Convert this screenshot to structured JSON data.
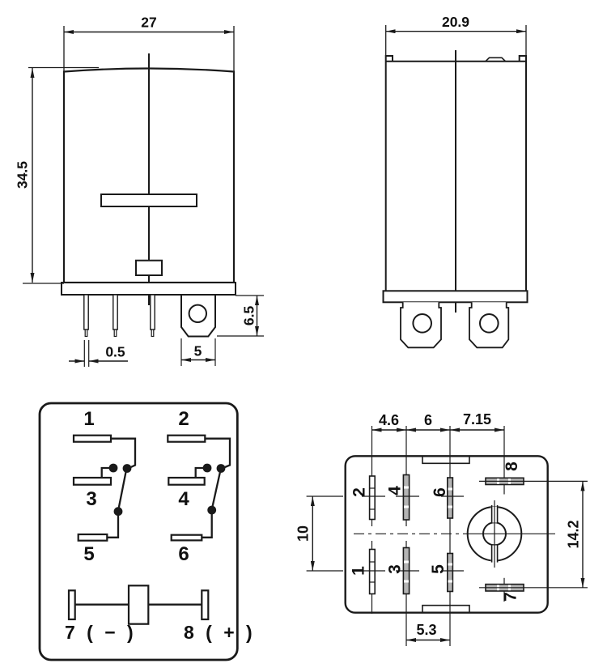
{
  "front": {
    "dim_width": "27",
    "dim_height": "34.5",
    "dim_pin_thickness": "0.5",
    "dim_tab_width": "5",
    "dim_pin_length": "6.5"
  },
  "side": {
    "dim_width": "20.9"
  },
  "schematic": {
    "pin1": "1",
    "pin2": "2",
    "pin3": "3",
    "pin4": "4",
    "pin5": "5",
    "pin6": "6",
    "coil_negative": "7 ( − )",
    "coil_positive": "8 ( + )"
  },
  "bottom": {
    "dim_pitch_a": "4.6",
    "dim_pitch_b": "6",
    "dim_pitch_c": "7.15",
    "dim_row_spacing": "10",
    "dim_tab_spacing": "14.2",
    "dim_offset": "5.3",
    "pin1": "1",
    "pin2": "2",
    "pin3": "3",
    "pin4": "4",
    "pin5": "5",
    "pin6": "6",
    "pin7": "7",
    "pin8": "8"
  },
  "colors": {
    "line": "#1a1a1a",
    "background": "#ffffff",
    "pin_fill": "#b4b4b4"
  }
}
